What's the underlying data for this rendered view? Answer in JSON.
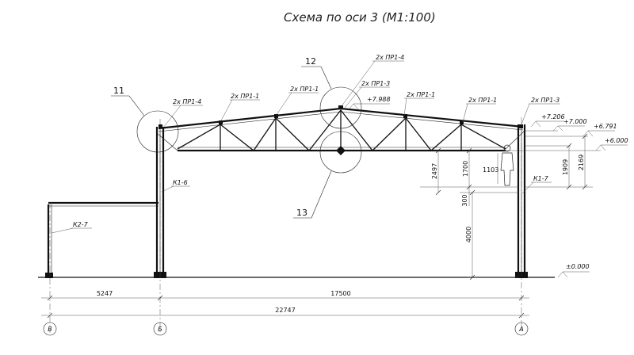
{
  "title": "Схема по оси 3 (М1:100)",
  "callouts": {
    "c11": "11",
    "c12": "12",
    "c13": "13"
  },
  "elements": {
    "pr14_left": "2х ПР1-4",
    "pr11_a": "2х ПР1-1",
    "pr11_b": "2х ПР1-1",
    "pr14_top": "2х ПР1-4",
    "pr13_top": "2х ПР1-3",
    "pr11_c": "2х ПР1-1",
    "pr11_d": "2х ПР1-1",
    "pr13_right": "2х ПР1-3",
    "k16": "К1-6",
    "k27": "К2-7",
    "k17": "К1-7"
  },
  "levels": {
    "l7988": "+7.988",
    "l7206": "+7.206",
    "l7000": "+7.000",
    "l6791": "+6.791",
    "l6000": "+6.000",
    "l0000": "±0.000"
  },
  "dimensions": {
    "d5247": "5247",
    "d17500": "17500",
    "d22747": "22747",
    "d2497": "2497",
    "d1700": "1700",
    "d1103": "1103",
    "d1909": "1909",
    "d2169": "2169",
    "d300": "300",
    "d4000": "4000"
  },
  "axes": {
    "v": "В",
    "b": "Б",
    "a": "А"
  }
}
